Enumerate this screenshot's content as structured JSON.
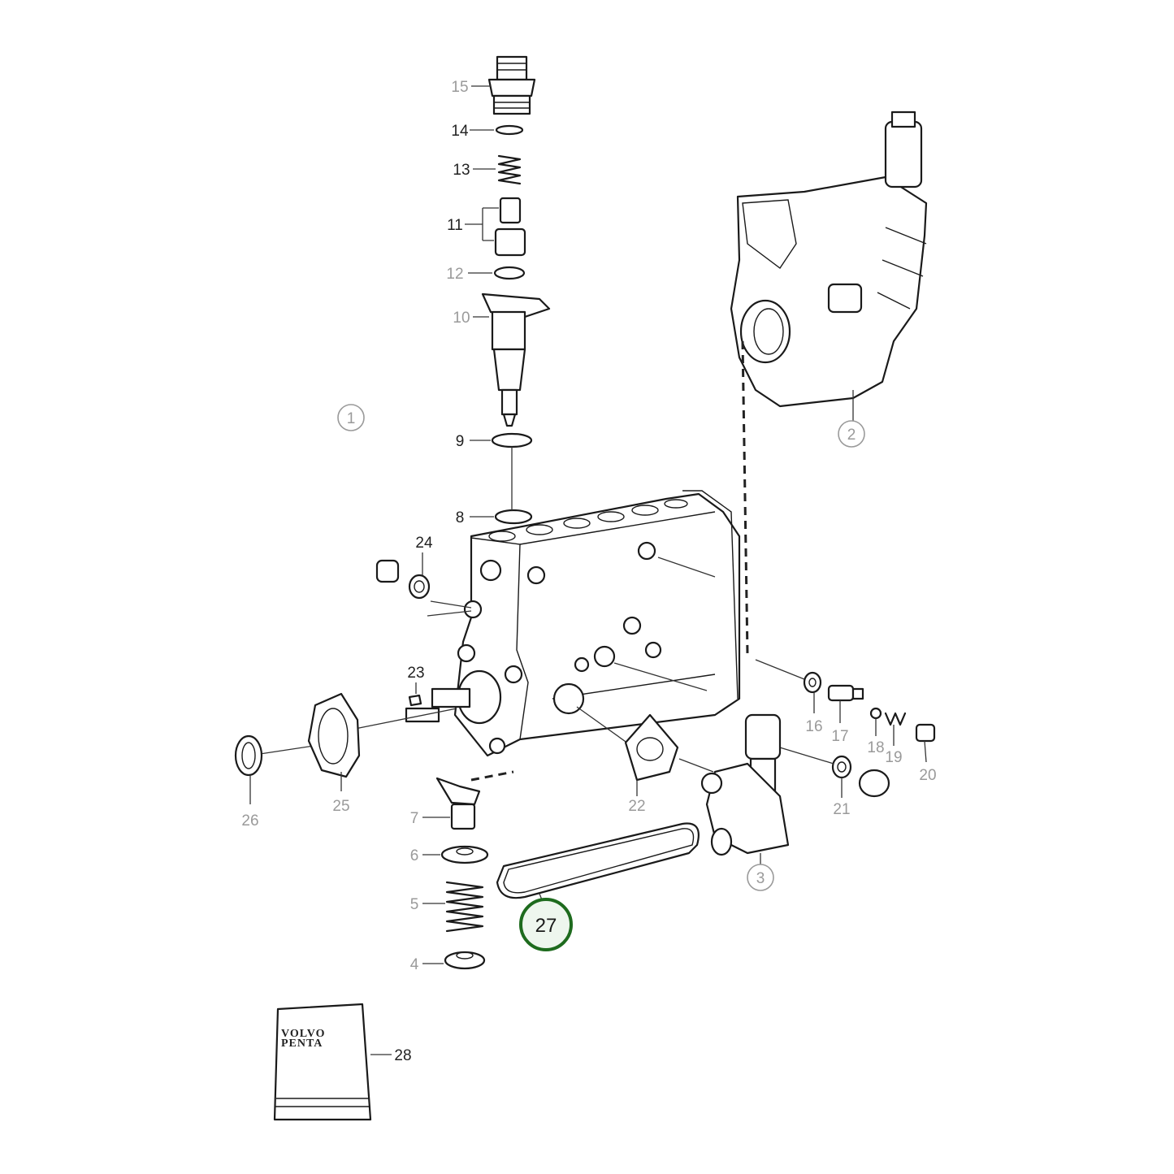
{
  "labels": {
    "l1": "1",
    "l2": "2",
    "l3": "3",
    "l4": "4",
    "l5": "5",
    "l6": "6",
    "l7": "7",
    "l8": "8",
    "l9": "9",
    "l10": "10",
    "l11": "11",
    "l12": "12",
    "l13": "13",
    "l14": "14",
    "l15": "15",
    "l16": "16",
    "l17": "17",
    "l18": "18",
    "l19": "19",
    "l20": "20",
    "l21": "21",
    "l22": "22",
    "l23": "23",
    "l24": "24",
    "l25": "25",
    "l26": "26",
    "l27": "27",
    "l28": "28"
  },
  "highlighted_part": "27",
  "package": {
    "brand_line1": "VOLVO",
    "brand_line2": "PENTA"
  },
  "colors": {
    "highlight": "#1e6b1e",
    "label_gray": "#9a9a9a",
    "line": "#1a1a1a"
  }
}
